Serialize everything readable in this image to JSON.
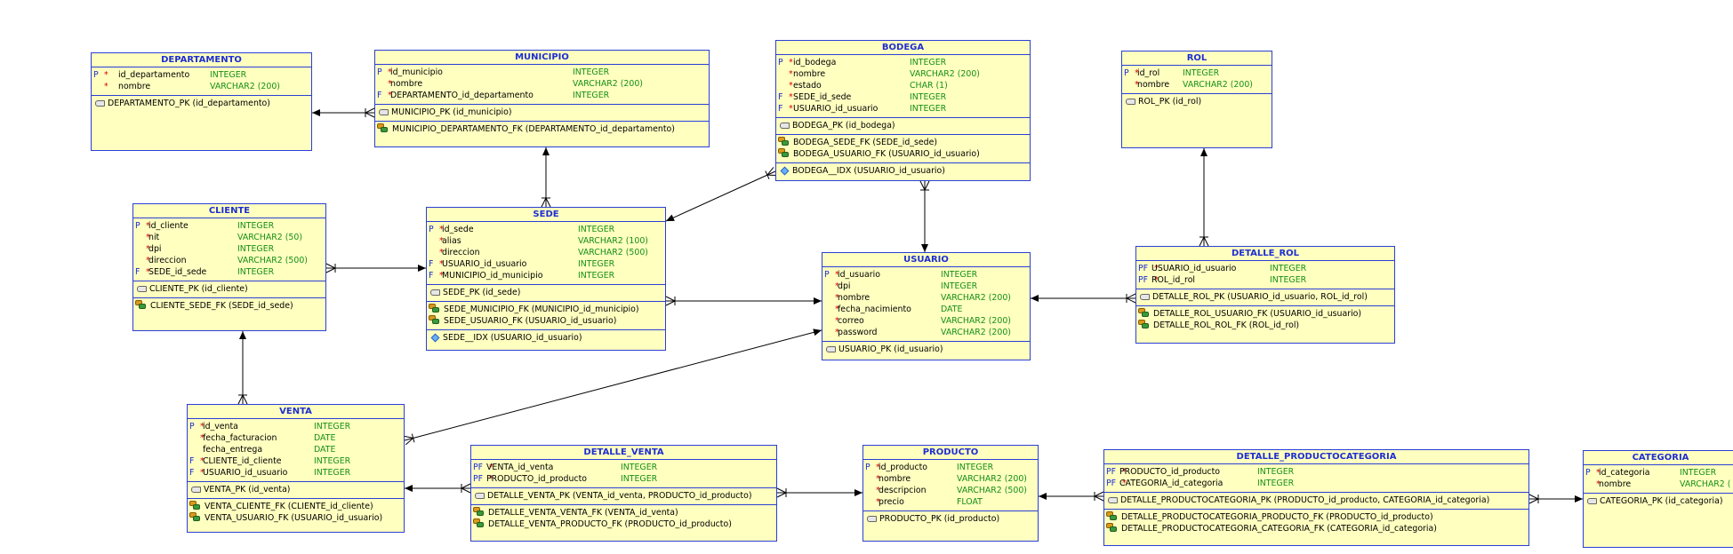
{
  "tables": {
    "departamento": {
      "name": "DEPARTAMENTO",
      "columns": [
        {
          "flag": "P",
          "req": "*",
          "name": "id_departamento",
          "type": "INTEGER"
        },
        {
          "flag": "",
          "req": "*",
          "name": "nombre",
          "type": "VARCHAR2 (200)"
        }
      ],
      "keys": [
        "DEPARTAMENTO_PK (id_departamento)"
      ],
      "fks": [],
      "idx": []
    },
    "municipio": {
      "name": "MUNICIPIO",
      "columns": [
        {
          "flag": "P",
          "req": "*",
          "name": "id_municipio",
          "type": "INTEGER"
        },
        {
          "flag": "",
          "req": "*",
          "name": "nombre",
          "type": "VARCHAR2 (200)"
        },
        {
          "flag": "F",
          "req": "*",
          "name": "DEPARTAMENTO_id_departamento",
          "type": "INTEGER"
        }
      ],
      "keys": [
        "MUNICIPIO_PK (id_municipio)"
      ],
      "fks": [
        "MUNICIPIO_DEPARTAMENTO_FK (DEPARTAMENTO_id_departamento)"
      ],
      "idx": []
    },
    "bodega": {
      "name": "BODEGA",
      "columns": [
        {
          "flag": "P",
          "req": "*",
          "name": "id_bodega",
          "type": "INTEGER"
        },
        {
          "flag": "",
          "req": "*",
          "name": "nombre",
          "type": "VARCHAR2 (200)"
        },
        {
          "flag": "",
          "req": "*",
          "name": "estado",
          "type": "CHAR (1)"
        },
        {
          "flag": "F",
          "req": "*",
          "name": "SEDE_id_sede",
          "type": "INTEGER"
        },
        {
          "flag": "F",
          "req": "*",
          "name": "USUARIO_id_usuario",
          "type": "INTEGER"
        }
      ],
      "keys": [
        "BODEGA_PK (id_bodega)"
      ],
      "fks": [
        "BODEGA_SEDE_FK (SEDE_id_sede)",
        "BODEGA_USUARIO_FK (USUARIO_id_usuario)"
      ],
      "idx": [
        "BODEGA__IDX (USUARIO_id_usuario)"
      ]
    },
    "rol": {
      "name": "ROL",
      "columns": [
        {
          "flag": "P",
          "req": "*",
          "name": "id_rol",
          "type": "INTEGER"
        },
        {
          "flag": "",
          "req": "*",
          "name": "nombre",
          "type": "VARCHAR2 (200)"
        }
      ],
      "keys": [
        "ROL_PK (id_rol)"
      ],
      "fks": [],
      "idx": []
    },
    "cliente": {
      "name": "CLIENTE",
      "columns": [
        {
          "flag": "P",
          "req": "*",
          "name": "id_cliente",
          "type": "INTEGER"
        },
        {
          "flag": "",
          "req": "*",
          "name": "nit",
          "type": "VARCHAR2 (50)"
        },
        {
          "flag": "",
          "req": "*",
          "name": "dpi",
          "type": "INTEGER"
        },
        {
          "flag": "",
          "req": "*",
          "name": "direccion",
          "type": "VARCHAR2 (500)"
        },
        {
          "flag": "F",
          "req": "*",
          "name": "SEDE_id_sede",
          "type": "INTEGER"
        }
      ],
      "keys": [
        "CLIENTE_PK (id_cliente)"
      ],
      "fks": [
        "CLIENTE_SEDE_FK (SEDE_id_sede)"
      ],
      "idx": []
    },
    "sede": {
      "name": "SEDE",
      "columns": [
        {
          "flag": "P",
          "req": "*",
          "name": "id_sede",
          "type": "INTEGER"
        },
        {
          "flag": "",
          "req": "*",
          "name": "alias",
          "type": "VARCHAR2 (100)"
        },
        {
          "flag": "",
          "req": "*",
          "name": "direccion",
          "type": "VARCHAR2 (500)"
        },
        {
          "flag": "F",
          "req": "*",
          "name": "USUARIO_id_usuario",
          "type": "INTEGER"
        },
        {
          "flag": "F",
          "req": "*",
          "name": "MUNICIPIO_id_municipio",
          "type": "INTEGER"
        }
      ],
      "keys": [
        "SEDE_PK (id_sede)"
      ],
      "fks": [
        "SEDE_MUNICIPIO_FK (MUNICIPIO_id_municipio)",
        "SEDE_USUARIO_FK (USUARIO_id_usuario)"
      ],
      "idx": [
        "SEDE__IDX (USUARIO_id_usuario)"
      ]
    },
    "usuario": {
      "name": "USUARIO",
      "columns": [
        {
          "flag": "P",
          "req": "*",
          "name": "id_usuario",
          "type": "INTEGER"
        },
        {
          "flag": "",
          "req": "*",
          "name": "dpi",
          "type": "INTEGER"
        },
        {
          "flag": "",
          "req": "*",
          "name": "nombre",
          "type": "VARCHAR2 (200)"
        },
        {
          "flag": "",
          "req": "*",
          "name": "fecha_nacimiento",
          "type": "DATE"
        },
        {
          "flag": "",
          "req": "*",
          "name": "correo",
          "type": "VARCHAR2 (200)"
        },
        {
          "flag": "",
          "req": "*",
          "name": "password",
          "type": "VARCHAR2 (200)"
        }
      ],
      "keys": [
        "USUARIO_PK (id_usuario)"
      ],
      "fks": [],
      "idx": []
    },
    "detalle_rol": {
      "name": "DETALLE_ROL",
      "columns": [
        {
          "flag": "PF",
          "req": "*",
          "name": "USUARIO_id_usuario",
          "type": "INTEGER"
        },
        {
          "flag": "PF",
          "req": "*",
          "name": "ROL_id_rol",
          "type": "INTEGER"
        }
      ],
      "keys": [
        "DETALLE_ROL_PK (USUARIO_id_usuario, ROL_id_rol)"
      ],
      "fks": [
        "DETALLE_ROL_USUARIO_FK (USUARIO_id_usuario)",
        "DETALLE_ROL_ROL_FK (ROL_id_rol)"
      ],
      "idx": []
    },
    "venta": {
      "name": "VENTA",
      "columns": [
        {
          "flag": "P",
          "req": "*",
          "name": "id_venta",
          "type": "INTEGER"
        },
        {
          "flag": "",
          "req": "*",
          "name": "fecha_facturacion",
          "type": "DATE"
        },
        {
          "flag": "",
          "req": "",
          "name": "fecha_entrega",
          "type": "DATE"
        },
        {
          "flag": "F",
          "req": "*",
          "name": "CLIENTE_id_cliente",
          "type": "INTEGER"
        },
        {
          "flag": "F",
          "req": "*",
          "name": "USUARIO_id_usuario",
          "type": "INTEGER"
        }
      ],
      "keys": [
        "VENTA_PK (id_venta)"
      ],
      "fks": [
        "VENTA_CLIENTE_FK (CLIENTE_id_cliente)",
        "VENTA_USUARIO_FK (USUARIO_id_usuario)"
      ],
      "idx": []
    },
    "detalle_venta": {
      "name": "DETALLE_VENTA",
      "columns": [
        {
          "flag": "PF",
          "req": "*",
          "name": "VENTA_id_venta",
          "type": "INTEGER"
        },
        {
          "flag": "PF",
          "req": "*",
          "name": "PRODUCTO_id_producto",
          "type": "INTEGER"
        }
      ],
      "keys": [
        "DETALLE_VENTA_PK (VENTA_id_venta, PRODUCTO_id_producto)"
      ],
      "fks": [
        "DETALLE_VENTA_VENTA_FK (VENTA_id_venta)",
        "DETALLE_VENTA_PRODUCTO_FK (PRODUCTO_id_producto)"
      ],
      "idx": []
    },
    "producto": {
      "name": "PRODUCTO",
      "columns": [
        {
          "flag": "P",
          "req": "*",
          "name": "id_producto",
          "type": "INTEGER"
        },
        {
          "flag": "",
          "req": "*",
          "name": "nombre",
          "type": "VARCHAR2 (200)"
        },
        {
          "flag": "",
          "req": "*",
          "name": "descripcion",
          "type": "VARCHAR2 (500)"
        },
        {
          "flag": "",
          "req": "*",
          "name": "precio",
          "type": "FLOAT"
        }
      ],
      "keys": [
        "PRODUCTO_PK (id_producto)"
      ],
      "fks": [],
      "idx": []
    },
    "detalle_productocategoria": {
      "name": "DETALLE_PRODUCTOCATEGORIA",
      "columns": [
        {
          "flag": "PF",
          "req": "*",
          "name": "PRODUCTO_id_producto",
          "type": "INTEGER"
        },
        {
          "flag": "PF",
          "req": "*",
          "name": "CATEGORIA_id_categoria",
          "type": "INTEGER"
        }
      ],
      "keys": [
        "DETALLE_PRODUCTOCATEGORIA_PK (PRODUCTO_id_producto, CATEGORIA_id_categoria)"
      ],
      "fks": [
        "DETALLE_PRODUCTOCATEGORIA_PRODUCTO_FK (PRODUCTO_id_producto)",
        "DETALLE_PRODUCTOCATEGORIA_CATEGORIA_FK (CATEGORIA_id_categoria)"
      ],
      "idx": []
    },
    "categoria": {
      "name": "CATEGORIA",
      "columns": [
        {
          "flag": "P",
          "req": "*",
          "name": "id_categoria",
          "type": "INTEGER"
        },
        {
          "flag": "",
          "req": "*",
          "name": "nombre",
          "type": "VARCHAR2 ("
        }
      ],
      "keys": [
        "CATEGORIA_PK (id_categoria)"
      ],
      "fks": [],
      "idx": []
    }
  },
  "relationships": [
    {
      "from": "municipio",
      "to": "departamento"
    },
    {
      "from": "sede",
      "to": "municipio"
    },
    {
      "from": "bodega",
      "to": "sede"
    },
    {
      "from": "bodega",
      "to": "usuario"
    },
    {
      "from": "cliente",
      "to": "sede"
    },
    {
      "from": "sede",
      "to": "usuario"
    },
    {
      "from": "detalle_rol",
      "to": "usuario"
    },
    {
      "from": "detalle_rol",
      "to": "rol"
    },
    {
      "from": "venta",
      "to": "cliente"
    },
    {
      "from": "venta",
      "to": "usuario"
    },
    {
      "from": "detalle_venta",
      "to": "venta"
    },
    {
      "from": "detalle_venta",
      "to": "producto"
    },
    {
      "from": "detalle_productocategoria",
      "to": "producto"
    },
    {
      "from": "detalle_productocategoria",
      "to": "categoria"
    }
  ],
  "colors": {
    "border": "#2a3fd6",
    "fill": "#ffffc0",
    "title": "#1e2fd2",
    "type": "#158f15",
    "required": "#d40000",
    "line": "#000000"
  }
}
